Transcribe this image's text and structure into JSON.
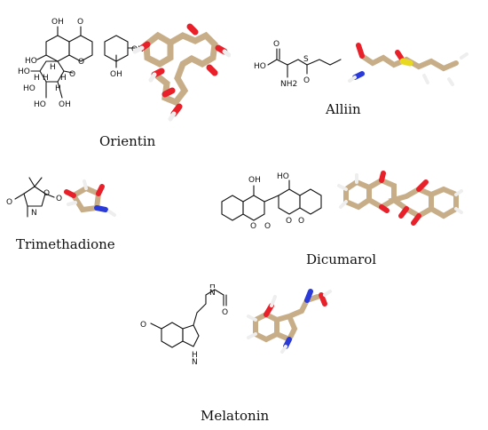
{
  "molecules": [
    {
      "name": "Orientin",
      "atom_labels": [
        "OH",
        "HO",
        "OH",
        "OH",
        "HO",
        "HO",
        "HO",
        "OH",
        "O",
        "O",
        "O",
        "H",
        "H",
        "H",
        "H",
        "H"
      ]
    },
    {
      "name": "Alliin",
      "atom_labels": [
        "HO",
        "O",
        "NH2",
        "S",
        "O"
      ]
    },
    {
      "name": "Trimethadione",
      "atom_labels": [
        "O",
        "O",
        "O",
        "N"
      ]
    },
    {
      "name": "Dicumarol",
      "atom_labels": [
        "OH",
        "HO",
        "O",
        "O",
        "O",
        "O"
      ]
    },
    {
      "name": "Melatonin",
      "atom_labels": [
        "H",
        "N",
        "O",
        "O",
        "N",
        "H"
      ]
    }
  ],
  "colors": {
    "carbon": "#c8ae88",
    "oxygen": "#e8202a",
    "nitrogen": "#2a3ad8",
    "sulfur": "#e8d820",
    "hydrogen": "#eeeeee"
  }
}
